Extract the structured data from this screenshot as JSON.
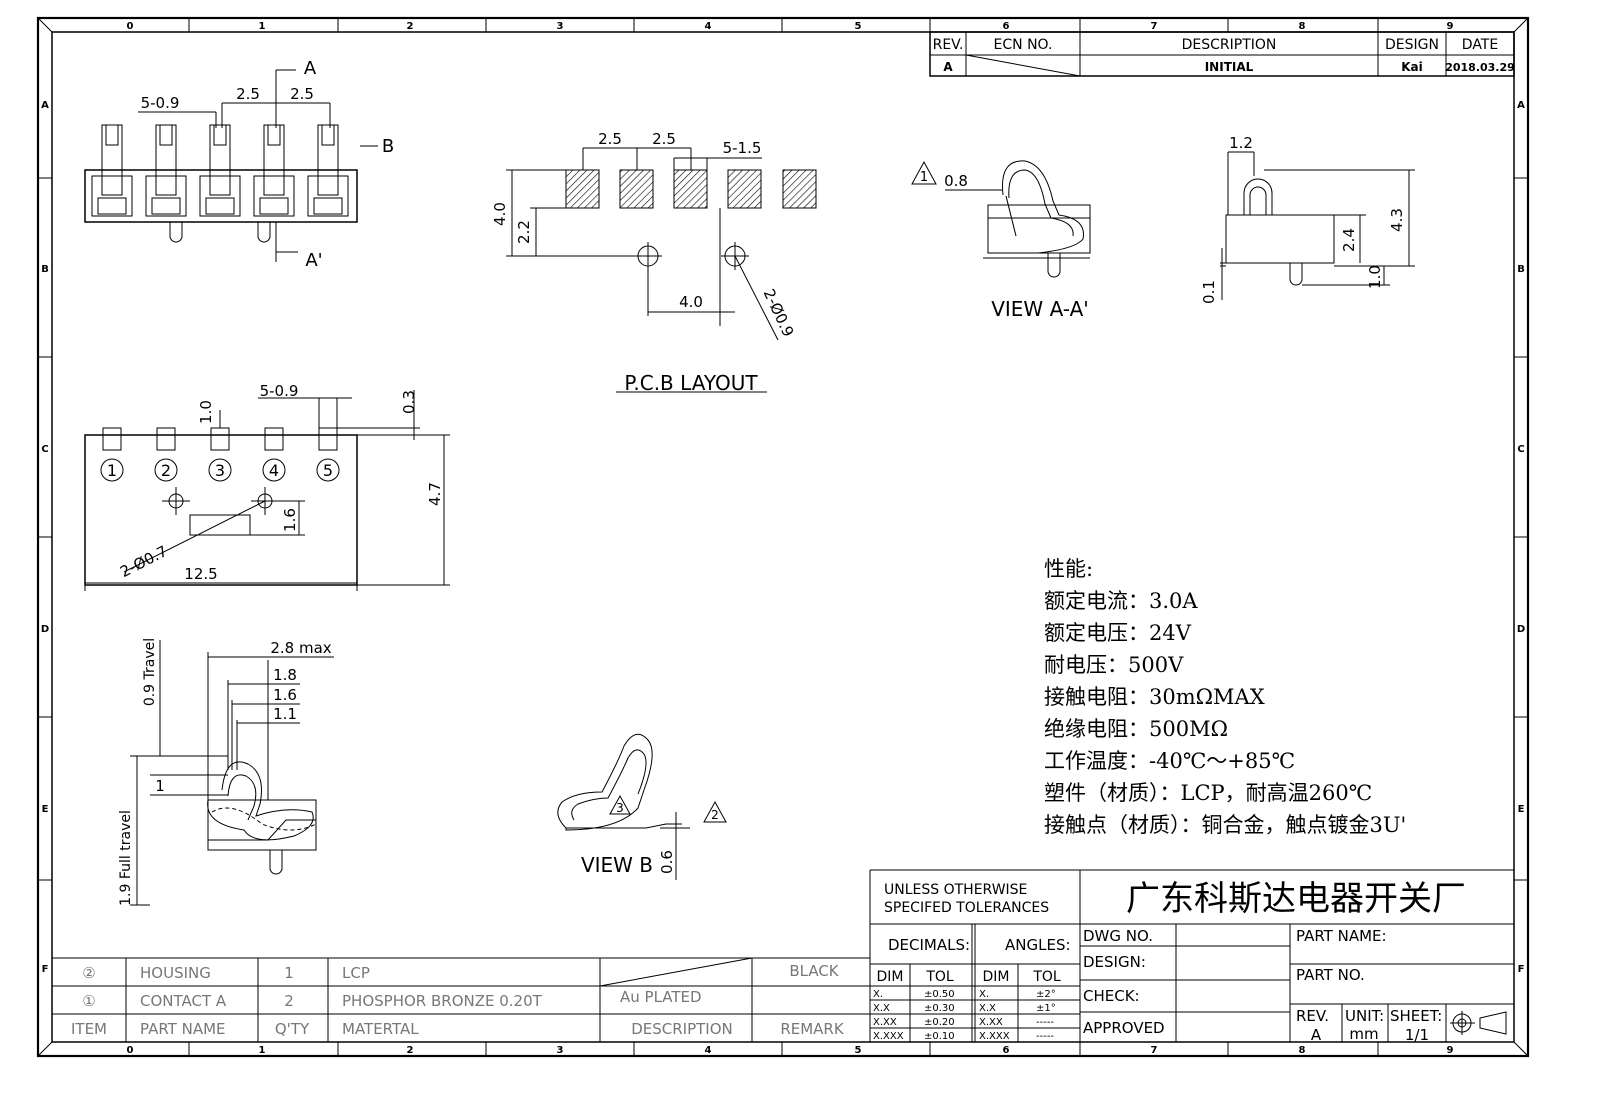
{
  "frame": {
    "zones_top": [
      "0",
      "1",
      "2",
      "3",
      "4",
      "5",
      "6",
      "7",
      "8",
      "9"
    ],
    "zones_side": [
      "A",
      "B",
      "C",
      "D",
      "E",
      "F"
    ]
  },
  "revision_block": {
    "headers": [
      "REV.",
      "ECN NO.",
      "DESCRIPTION",
      "DESIGN",
      "DATE"
    ],
    "row": {
      "rev": "A",
      "ecn": "",
      "description": "INITIAL",
      "design": "Kai",
      "date": "2018.03.29"
    }
  },
  "front_view": {
    "pitch_label": "5-0.9",
    "pitch1": "2.5",
    "pitch2": "2.5",
    "section_top": "A",
    "section_bottom": "A'",
    "view_arrow": "B"
  },
  "pcb_layout": {
    "title": "P.C.B LAYOUT",
    "dims": {
      "pitch1": "2.5",
      "pitch2": "2.5",
      "pad": "5-1.5",
      "height": "4.0",
      "offset": "2.2",
      "hole_span": "4.0",
      "holes": "2-Ø0.9"
    }
  },
  "view_aa": {
    "title": "VIEW A-A'",
    "note_dim": "0.8",
    "note_num": "1"
  },
  "side_view": {
    "d_top": "1.2",
    "d_total": "4.3",
    "d_body": "2.4",
    "d_peg": "1.0",
    "d_standoff": "0.1"
  },
  "top_view": {
    "pitch_label": "5-0.9",
    "pad_w": "1.0",
    "gap": "0.3",
    "height": "4.7",
    "peg": "1.6",
    "holes": "2-Ø0.7",
    "width": "12.5",
    "positions": [
      "1",
      "2",
      "3",
      "4",
      "5"
    ]
  },
  "travel_view": {
    "max": "2.8 max",
    "d1": "1.8",
    "d2": "1.6",
    "d3": "1.1",
    "one": "1",
    "travel": "0.9 Travel",
    "full": "1.9 Full travel"
  },
  "view_b": {
    "title": "VIEW B",
    "dim": "0.6",
    "note3": "3",
    "note2": "2"
  },
  "specs": {
    "heading": "性能:",
    "lines": [
      "额定电流：3.0A",
      "额定电压：24V",
      "耐电压：500V",
      "接触电阻：30mΩMAX",
      "绝缘电阻：500MΩ",
      "工作温度：-40℃～+85℃",
      "塑件（材质）：LCP，耐高温260℃",
      "接触点（材质）：铜合金，触点镀金3U'"
    ]
  },
  "bom": {
    "headers": {
      "item": "ITEM",
      "name": "PART NAME",
      "qty": "Q'TY",
      "material": "MATERTAL",
      "description": "DESCRIPTION",
      "remark": "REMARK"
    },
    "rows": [
      {
        "item": "②",
        "name": "HOUSING",
        "qty": "1",
        "material": "LCP",
        "description": "",
        "remark": "BLACK"
      },
      {
        "item": "①",
        "name": "CONTACT A",
        "qty": "2",
        "material": "PHOSPHOR BRONZE 0.20T",
        "description": "Au PLATED",
        "remark": ""
      }
    ]
  },
  "title_block": {
    "company": "广东科斯达电器开关厂",
    "tol_heading_1": "UNLESS OTHERWISE",
    "tol_heading_2": "SPECIFED TOLERANCES",
    "decimals": "DECIMALS:",
    "angles": "ANGLES:",
    "dim": "DIM",
    "tol": "TOL",
    "dec_rows": [
      [
        "X.",
        "±0.50"
      ],
      [
        "X.X",
        "±0.30"
      ],
      [
        "X.XX",
        "±0.20"
      ],
      [
        "X.XXX",
        "±0.10"
      ]
    ],
    "ang_rows": [
      [
        "X.",
        "±2°"
      ],
      [
        "X.X",
        "±1°"
      ],
      [
        "X.XX",
        "-----"
      ],
      [
        "X.XXX",
        "-----"
      ]
    ],
    "dwg_no": "DWG NO.",
    "design": "DESIGN:",
    "check": "CHECK:",
    "approved": "APPROVED",
    "part_name": "PART NAME:",
    "part_no": "PART NO.",
    "rev_label": "REV.",
    "rev_value": "A",
    "unit_label": "UNIT:",
    "unit_value": "mm",
    "sheet_label": "SHEET:",
    "sheet_value": "1/1"
  }
}
